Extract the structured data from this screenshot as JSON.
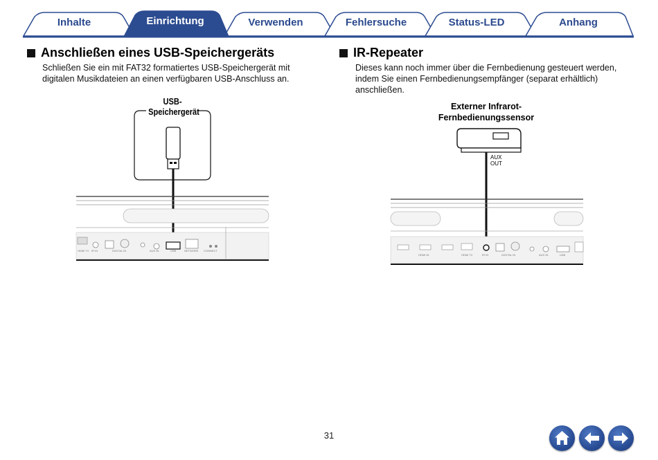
{
  "tabs": [
    {
      "label": "Inhalte",
      "active": false
    },
    {
      "label": "Einrichtung",
      "active": true
    },
    {
      "label": "Verwenden",
      "active": false
    },
    {
      "label": "Fehlersuche",
      "active": false
    },
    {
      "label": "Status-LED",
      "active": false
    },
    {
      "label": "Anhang",
      "active": false
    }
  ],
  "colors": {
    "tab_active": "#2c4c91",
    "tab_text": "#2b4a8e",
    "accent": "#2a4e96"
  },
  "left_section": {
    "title": "Anschließen eines USB-Speichergeräts",
    "body": "Schließen Sie ein mit FAT32 formatiertes USB-Speichergerät mit digitalen Musikdateien an einen verfügbaren USB-Anschluss an.",
    "figure": {
      "device_label_line1": "USB-",
      "device_label_line2": "Speichergerät",
      "port_labels": [
        "HDMI TV",
        "IR IN",
        "DIGITAL IN",
        "AUX IN",
        "USB",
        "NETWORK",
        "CONNECT"
      ]
    }
  },
  "right_section": {
    "title": "IR-Repeater",
    "body": "Dieses kann noch immer über die Fernbedienung gesteuert werden, indem Sie einen Fernbedienungsempfänger (separat erhältlich) anschließen.",
    "figure": {
      "sensor_label_line1": "Externer Infrarot-",
      "sensor_label_line2": "Fernbedienungssensor",
      "aux_line1": "AUX",
      "aux_line2": "OUT",
      "port_labels": [
        "HDMI IN",
        "HDMI TV",
        "IR IN",
        "DIGITAL IN",
        "AUX IN",
        "USB"
      ]
    }
  },
  "page_number": "31",
  "nav": {
    "home_icon": "home-icon",
    "back_icon": "arrow-left-icon",
    "forward_icon": "arrow-right-icon"
  }
}
